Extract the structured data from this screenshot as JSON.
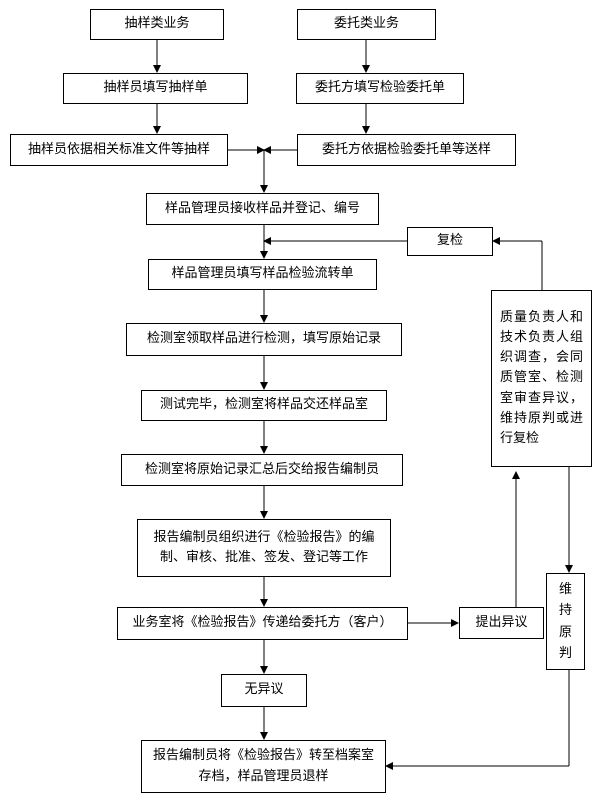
{
  "sampling_business": "抽样类业务",
  "commission_business": "委托类业务",
  "sampler_fills_form": "抽样员填写抽样单",
  "client_fills_form": "委托方填写检验委托单",
  "sampler_samples": "抽样员依据相关标准文件等抽样",
  "client_sends_sample": "委托方依据检验委托单等送样",
  "receive_register": "样品管理员接收样品并登记、编号",
  "recheck": "复检",
  "fill_flow_sheet": "样品管理员填写样品检验流转单",
  "lab_test": "检测室领取样品进行检测，填写原始记录",
  "test_done": "测试完毕，检测室将样品交还样品室",
  "records_to_compiler": "检测室将原始记录汇总后交给报告编制员",
  "compile_report": "报告编制员组织进行《检验报告》的编制、审核、批准、签发、登记等工作",
  "deliver_report": "业务室将《检验报告》传递给委托方（客户）",
  "raise_objection": "提出异议",
  "quality_investigation": "质量负责人和技术负责人组织调查，会同质管室、检测室审查异议，维持原判或进行复检",
  "maintain_original": "维持原判",
  "no_objection": "无异议",
  "archive": "报告编制员将《检验报告》转至档案室存档，样品管理员退样"
}
